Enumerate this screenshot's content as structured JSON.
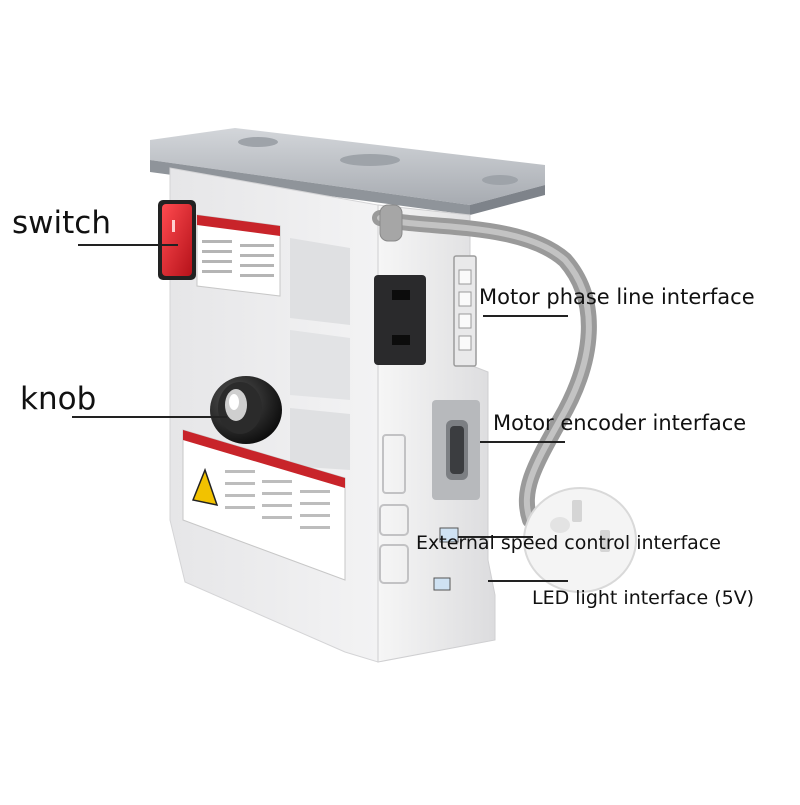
{
  "callouts": {
    "switch": "switch",
    "knob": "knob",
    "motor_phase": "Motor phase line interface",
    "motor_encoder": "Motor encoder interface",
    "external_speed": "External speed control interface",
    "led_light": "LED light interface (5V)"
  },
  "colors": {
    "housing": "#ededee",
    "mount_plate": "#b9bdc2",
    "switch": "#e3202a",
    "cable": "#9a9a9a",
    "knob": "#1a1a1a",
    "label_red": "#c8242a",
    "warning_yellow": "#f2c200"
  }
}
